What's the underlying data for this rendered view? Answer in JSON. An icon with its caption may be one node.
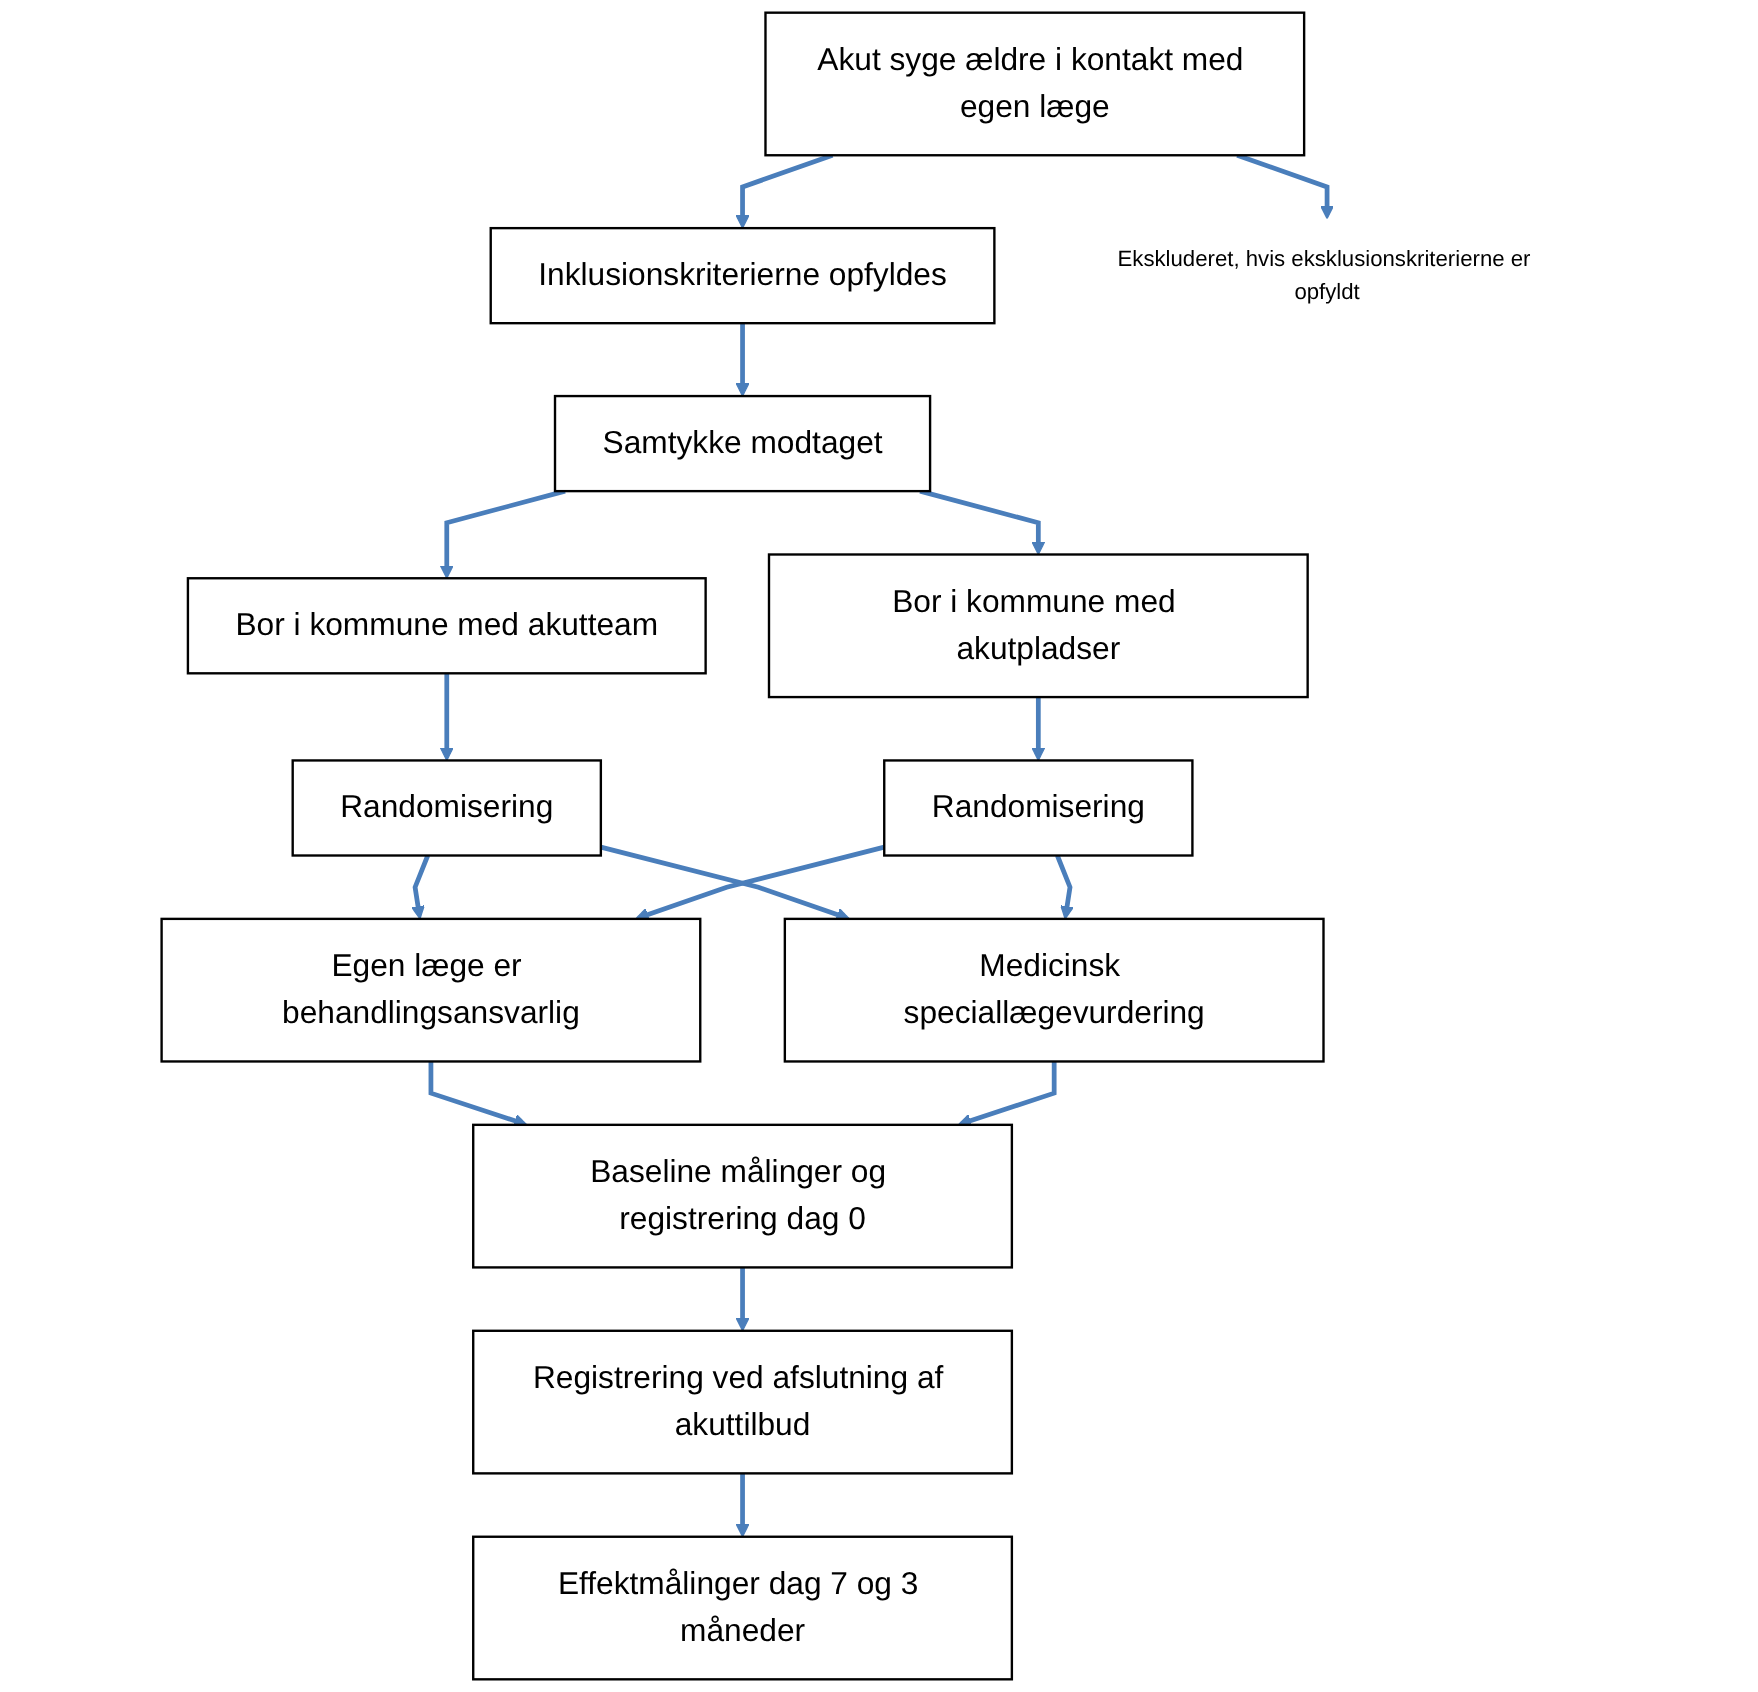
{
  "diagram": {
    "nodes": [
      {
        "text": [
          "Akut syge ældre i kontakt med egen læge"
        ]
      },
      {
        "text": [
          "Inklusionskriterierne opfyldes"
        ]
      },
      {
        "text": [
          "Samtykke modtaget"
        ]
      },
      {
        "text": [
          "Bor i kommune med akutteam"
        ]
      },
      {
        "text": [
          "Bor i kommune med akutpladser"
        ]
      },
      {
        "text": [
          "Randomisering"
        ]
      },
      {
        "text": [
          "Randomisering"
        ]
      },
      {
        "text": [
          "Egen læge er behandlingsansvarlig"
        ]
      },
      {
        "text": [
          "Medicinsk speciallægevurdering"
        ]
      },
      {
        "text": [
          "Baseline målinger og registrering dag 0"
        ]
      },
      {
        "text": [
          "Registrering ved afslutning af akuttilbud"
        ]
      },
      {
        "text": [
          "Effektmålinger dag 7 og 3 måneder"
        ]
      },
      {
        "text": [
          "Ekskluderet, hvis eksklusionskriterierne er opfyldt"
        ]
      }
    ],
    "edges": [
      {
        "from": 0,
        "to": 1,
        "arrow": "to"
      },
      {
        "from": 0,
        "to": 12,
        "arrow": "to"
      },
      {
        "from": 1,
        "to": 2,
        "arrow": "to"
      },
      {
        "from": 2,
        "to": 3,
        "arrow": "to"
      },
      {
        "from": 2,
        "to": 4,
        "arrow": "to"
      },
      {
        "from": 3,
        "to": 5,
        "arrow": "to"
      },
      {
        "from": 4,
        "to": 6,
        "arrow": "to"
      },
      {
        "from": 5,
        "to": 7,
        "arrow": "to"
      },
      {
        "from": 5,
        "to": 8,
        "arrow": "to"
      },
      {
        "from": 6,
        "to": 7,
        "arrow": "to"
      },
      {
        "from": 6,
        "to": 8,
        "arrow": "to"
      },
      {
        "from": 7,
        "to": 9,
        "arrow": "to"
      },
      {
        "from": 8,
        "to": 9,
        "arrow": "to"
      },
      {
        "from": 9,
        "to": 10,
        "arrow": "to"
      },
      {
        "from": 10,
        "to": 11,
        "arrow": "to"
      }
    ]
  }
}
